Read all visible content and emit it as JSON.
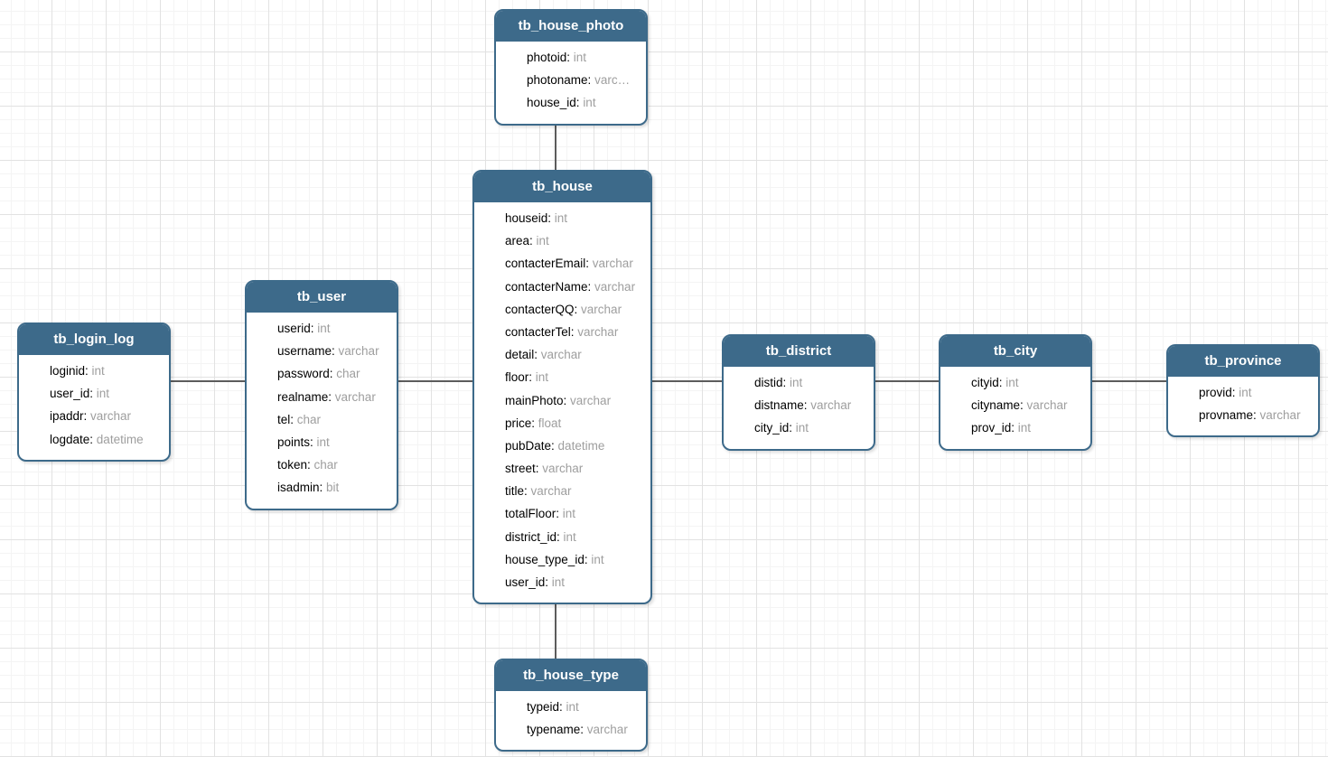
{
  "diagram": {
    "style": {
      "header_bg": "#3d6a8a",
      "header_text_color": "#ffffff",
      "body_bg": "#ffffff",
      "border_color": "#3d6a8a",
      "field_name_color": "#000000",
      "field_type_color": "#9e9e9e",
      "connector_color": "#5c5c5c",
      "grid_minor_color": "#f4f4f4",
      "grid_major_color": "#e2e2e2"
    },
    "tables": [
      {
        "id": "tb_house_photo",
        "title": "tb_house_photo",
        "fields": [
          {
            "name": "photoid",
            "type": "int"
          },
          {
            "name": "photoname",
            "type": "varc…"
          },
          {
            "name": "house_id",
            "type": "int"
          }
        ]
      },
      {
        "id": "tb_house",
        "title": "tb_house",
        "fields": [
          {
            "name": "houseid",
            "type": "int"
          },
          {
            "name": "area",
            "type": "int"
          },
          {
            "name": "contacterEmail",
            "type": "varchar"
          },
          {
            "name": "contacterName",
            "type": "varchar"
          },
          {
            "name": "contacterQQ",
            "type": "varchar"
          },
          {
            "name": "contacterTel",
            "type": "varchar"
          },
          {
            "name": "detail",
            "type": "varchar"
          },
          {
            "name": "floor",
            "type": "int"
          },
          {
            "name": "mainPhoto",
            "type": "varchar"
          },
          {
            "name": "price",
            "type": "float"
          },
          {
            "name": "pubDate",
            "type": "datetime"
          },
          {
            "name": "street",
            "type": "varchar"
          },
          {
            "name": "title",
            "type": "varchar"
          },
          {
            "name": "totalFloor",
            "type": "int"
          },
          {
            "name": "district_id",
            "type": "int"
          },
          {
            "name": "house_type_id",
            "type": "int"
          },
          {
            "name": "user_id",
            "type": "int"
          }
        ]
      },
      {
        "id": "tb_user",
        "title": "tb_user",
        "fields": [
          {
            "name": "userid",
            "type": "int"
          },
          {
            "name": "username",
            "type": "varchar"
          },
          {
            "name": "password",
            "type": "char"
          },
          {
            "name": "realname",
            "type": "varchar"
          },
          {
            "name": "tel",
            "type": "char"
          },
          {
            "name": "points",
            "type": "int"
          },
          {
            "name": "token",
            "type": "char"
          },
          {
            "name": "isadmin",
            "type": "bit"
          }
        ]
      },
      {
        "id": "tb_login_log",
        "title": "tb_login_log",
        "fields": [
          {
            "name": "loginid",
            "type": "int"
          },
          {
            "name": "user_id",
            "type": "int"
          },
          {
            "name": "ipaddr",
            "type": "varchar"
          },
          {
            "name": "logdate",
            "type": "datetime"
          }
        ]
      },
      {
        "id": "tb_district",
        "title": "tb_district",
        "fields": [
          {
            "name": "distid",
            "type": "int"
          },
          {
            "name": "distname",
            "type": "varchar"
          },
          {
            "name": "city_id",
            "type": "int"
          }
        ]
      },
      {
        "id": "tb_city",
        "title": "tb_city",
        "fields": [
          {
            "name": "cityid",
            "type": "int"
          },
          {
            "name": "cityname",
            "type": "varchar"
          },
          {
            "name": "prov_id",
            "type": "int"
          }
        ]
      },
      {
        "id": "tb_province",
        "title": "tb_province",
        "fields": [
          {
            "name": "provid",
            "type": "int"
          },
          {
            "name": "provname",
            "type": "varchar"
          }
        ]
      },
      {
        "id": "tb_house_type",
        "title": "tb_house_type",
        "fields": [
          {
            "name": "typeid",
            "type": "int"
          },
          {
            "name": "typename",
            "type": "varchar"
          }
        ]
      }
    ],
    "connectors": [
      {
        "from": "tb_login_log",
        "to": "tb_user",
        "orientation": "horizontal"
      },
      {
        "from": "tb_user",
        "to": "tb_house",
        "orientation": "horizontal"
      },
      {
        "from": "tb_house",
        "to": "tb_district",
        "orientation": "horizontal"
      },
      {
        "from": "tb_district",
        "to": "tb_city",
        "orientation": "horizontal"
      },
      {
        "from": "tb_city",
        "to": "tb_province",
        "orientation": "horizontal"
      },
      {
        "from": "tb_house_photo",
        "to": "tb_house",
        "orientation": "vertical"
      },
      {
        "from": "tb_house",
        "to": "tb_house_type",
        "orientation": "vertical"
      }
    ]
  }
}
